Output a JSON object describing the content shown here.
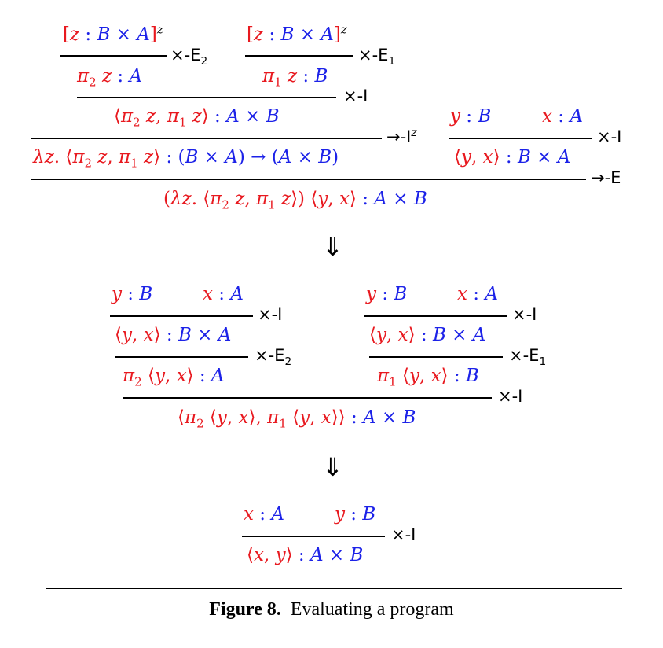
{
  "colors": {
    "term": "#e8191f",
    "type": "#1c22e8",
    "text": "#000000"
  },
  "derivation1": {
    "hyp_left": "[z : B × A]^z",
    "hyp_right": "[z : B × A]^z",
    "proj2": "π₂ z : A",
    "proj1": "π₁ z : B",
    "rule_E2": "×-E₂",
    "rule_E1": "×-E₁",
    "pair": "⟨π₂ z, π₁ z⟩ : A × B",
    "rule_I": "×-I",
    "lambda": "λz. ⟨π₂ z, π₁ z⟩ : (B × A) → (A × B)",
    "rule_arrI": "→-I^z",
    "y_B": "y : B",
    "x_A": "x : A",
    "pair_yx": "⟨y, x⟩ : B × A",
    "rule_I2": "×-I",
    "app": "(λz. ⟨π₂ z, π₁ z⟩) ⟨y, x⟩ : A × B",
    "rule_arrE": "→-E"
  },
  "step_arrow_1": "⇓",
  "derivation2": {
    "left_y": "y : B",
    "left_x": "x : A",
    "left_pair": "⟨y, x⟩ : B × A",
    "left_rule_I": "×-I",
    "left_proj": "π₂ ⟨y, x⟩ : A",
    "left_rule_E2": "×-E₂",
    "right_y": "y : B",
    "right_x": "x : A",
    "right_pair": "⟨y, x⟩ : B × A",
    "right_rule_I": "×-I",
    "right_proj": "π₁ ⟨y, x⟩ : B",
    "right_rule_E1": "×-E₁",
    "concl": "⟨π₂ ⟨y, x⟩, π₁ ⟨y, x⟩⟩ : A × B",
    "rule_I": "×-I"
  },
  "step_arrow_2": "⇓",
  "derivation3": {
    "x_A": "x : A",
    "y_B": "y : B",
    "concl": "⟨x, y⟩ : A × B",
    "rule_I": "×-I"
  },
  "caption": {
    "label": "Figure 8.",
    "text": "Evaluating a program"
  }
}
